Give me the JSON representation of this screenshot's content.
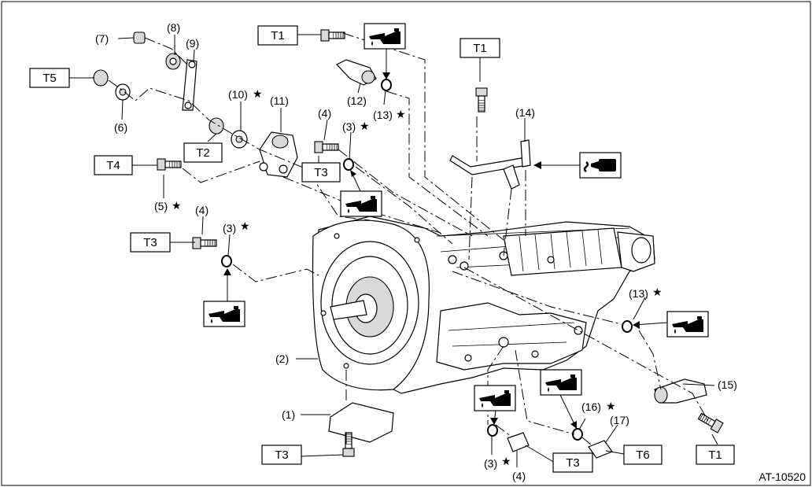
{
  "drawing_id": "AT-10520",
  "star": "★",
  "torque_boxes": [
    {
      "id": "t1_top",
      "label": "T1"
    },
    {
      "id": "t1_center",
      "label": "T1"
    },
    {
      "id": "t5",
      "label": "T5"
    },
    {
      "id": "t2",
      "label": "T2"
    },
    {
      "id": "t4",
      "label": "T4"
    },
    {
      "id": "t3_upper",
      "label": "T3"
    },
    {
      "id": "t3_left",
      "label": "T3"
    },
    {
      "id": "t3_bottom_left",
      "label": "T3"
    },
    {
      "id": "t3_bottom",
      "label": "T3"
    },
    {
      "id": "t6",
      "label": "T6"
    },
    {
      "id": "t1_bottom_right",
      "label": "T1"
    }
  ],
  "callouts": [
    {
      "id": "c1",
      "text": "(1)",
      "star": false
    },
    {
      "id": "c2",
      "text": "(2)",
      "star": false
    },
    {
      "id": "c3a",
      "text": "(3)",
      "star": true
    },
    {
      "id": "c3b",
      "text": "(3)",
      "star": true
    },
    {
      "id": "c3c",
      "text": "(3)",
      "star": true
    },
    {
      "id": "c4a",
      "text": "(4)",
      "star": false
    },
    {
      "id": "c4b",
      "text": "(4)",
      "star": false
    },
    {
      "id": "c4c",
      "text": "(4)",
      "star": false
    },
    {
      "id": "c5",
      "text": "(5)",
      "star": true
    },
    {
      "id": "c6",
      "text": "(6)",
      "star": false
    },
    {
      "id": "c7",
      "text": "(7)",
      "star": false
    },
    {
      "id": "c8",
      "text": "(8)",
      "star": false
    },
    {
      "id": "c9",
      "text": "(9)",
      "star": false
    },
    {
      "id": "c10",
      "text": "(10)",
      "star": true
    },
    {
      "id": "c11",
      "text": "(11)",
      "star": false
    },
    {
      "id": "c12",
      "text": "(12)",
      "star": false
    },
    {
      "id": "c13a",
      "text": "(13)",
      "star": true
    },
    {
      "id": "c13b",
      "text": "(13)",
      "star": true
    },
    {
      "id": "c14",
      "text": "(14)",
      "star": false
    },
    {
      "id": "c15",
      "text": "(15)",
      "star": false
    },
    {
      "id": "c16",
      "text": "(16)",
      "star": true
    },
    {
      "id": "c17",
      "text": "(17)",
      "star": false
    }
  ],
  "oil_symbols": [
    "oil-can-1",
    "oil-can-2",
    "oil-can-3",
    "oil-can-4",
    "oil-can-5",
    "oil-can-6",
    "oil-can-7"
  ],
  "grease_symbols": [
    "grease-tube-1"
  ]
}
